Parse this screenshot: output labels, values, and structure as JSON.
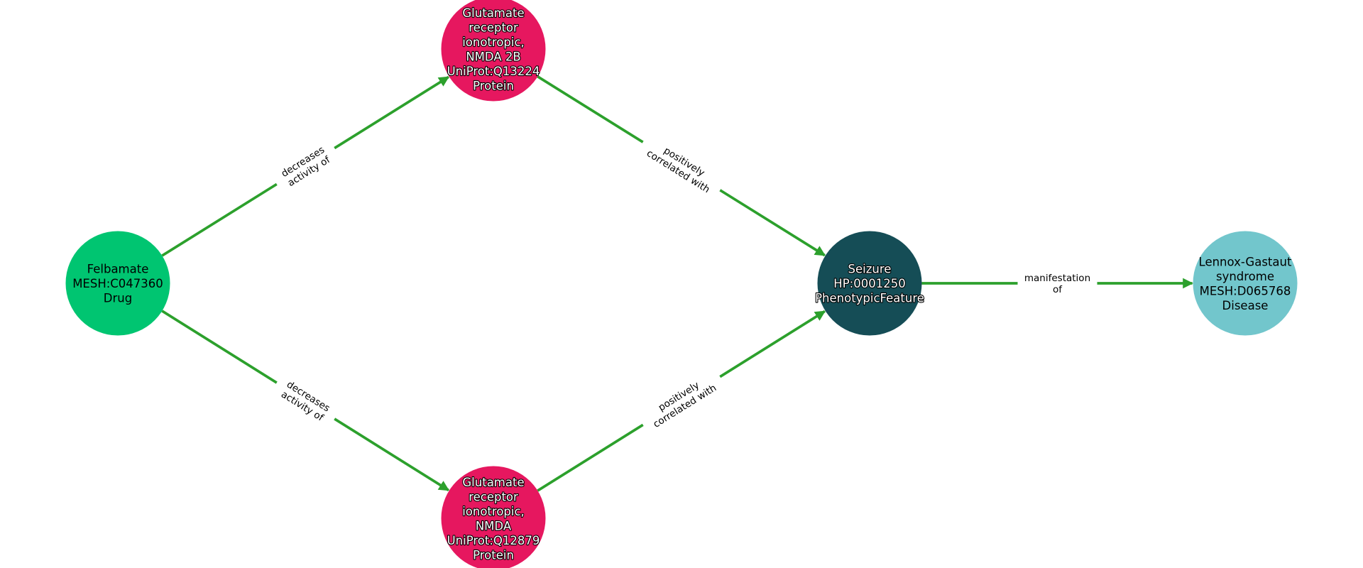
{
  "colors": {
    "edge": "#2ca02c",
    "drug": "#00c571",
    "protein": "#e6175f",
    "phenotype": "#154d56",
    "disease": "#72c6cc"
  },
  "nodes": [
    {
      "id": "felbamate",
      "lines": [
        "Felbamate",
        "MESH:C047360",
        "Drug"
      ],
      "type": "drug"
    },
    {
      "id": "grin2b",
      "lines": [
        "Glutamate",
        "receptor",
        "ionotropic,",
        "NMDA 2B",
        "UniProt:Q13224",
        "Protein"
      ],
      "type": "protein"
    },
    {
      "id": "grin1",
      "lines": [
        "Glutamate",
        "receptor",
        "ionotropic,",
        "NMDA",
        "UniProt:Q12879",
        "Protein"
      ],
      "type": "protein"
    },
    {
      "id": "seizure",
      "lines": [
        "Seizure",
        "HP:0001250",
        "PhenotypicFeature"
      ],
      "type": "phenotype"
    },
    {
      "id": "lgs",
      "lines": [
        "Lennox-Gastaut",
        "syndrome",
        "MESH:D065768",
        "Disease"
      ],
      "type": "disease"
    }
  ],
  "edges": [
    {
      "source": "felbamate",
      "target": "grin2b",
      "lines": [
        "decreases",
        "activity of"
      ]
    },
    {
      "source": "felbamate",
      "target": "grin1",
      "lines": [
        "decreases",
        "activity of"
      ]
    },
    {
      "source": "grin2b",
      "target": "seizure",
      "lines": [
        "positively",
        "correlated with"
      ]
    },
    {
      "source": "grin1",
      "target": "seizure",
      "lines": [
        "positively",
        "correlated with"
      ]
    },
    {
      "source": "seizure",
      "target": "lgs",
      "lines": [
        "manifestation",
        "of"
      ]
    }
  ]
}
